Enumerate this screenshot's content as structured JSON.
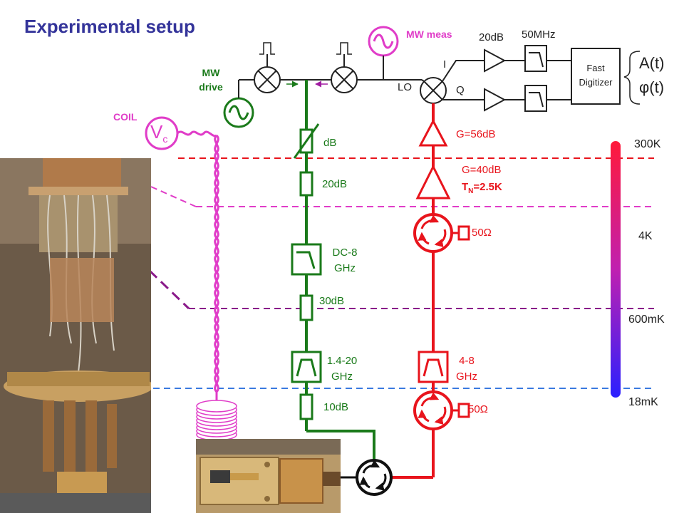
{
  "title": "Experimental setup",
  "sources": {
    "mw_meas": "MW meas",
    "mw_drive": "MW drive",
    "coil": "COIL",
    "vc_main": "V",
    "vc_sub": "c"
  },
  "mixer_ports": {
    "lo": "LO",
    "i": "I",
    "q": "Q"
  },
  "readout_chain": {
    "amp_gain": "20dB",
    "filter": "50MHz",
    "digitizer_line1": "Fast",
    "digitizer_line2": "Digitizer",
    "out_amplitude": "A(t)",
    "out_phase": "φ(t)"
  },
  "drive_line": {
    "variable_atten": "dB",
    "atten_20": "20dB",
    "lowpass_1": "DC-8",
    "lowpass_2": "GHz",
    "atten_30": "30dB",
    "bandpass_1": "1.4-20",
    "bandpass_2": "GHz",
    "atten_10": "10dB"
  },
  "output_line": {
    "amp1_gain": "G=56dB",
    "amp2_gain": "G=40dB",
    "amp2_noise_main": "T",
    "amp2_noise_sub": "N",
    "amp2_noise_rest": "=2.5K",
    "iso1_term": "50Ω",
    "bandpass_1": "4-8",
    "bandpass_2": "GHz",
    "iso2_term": "50Ω"
  },
  "temperature_stages": [
    "300K",
    "4K",
    "600mK",
    "18mK"
  ],
  "colors": {
    "green": "#1a7a1a",
    "red": "#e8141c",
    "magenta": "#e03cc8",
    "dark_magenta": "#8a1a8a",
    "blue_dashed": "#3a7ae0",
    "title_blue": "#34349a"
  }
}
